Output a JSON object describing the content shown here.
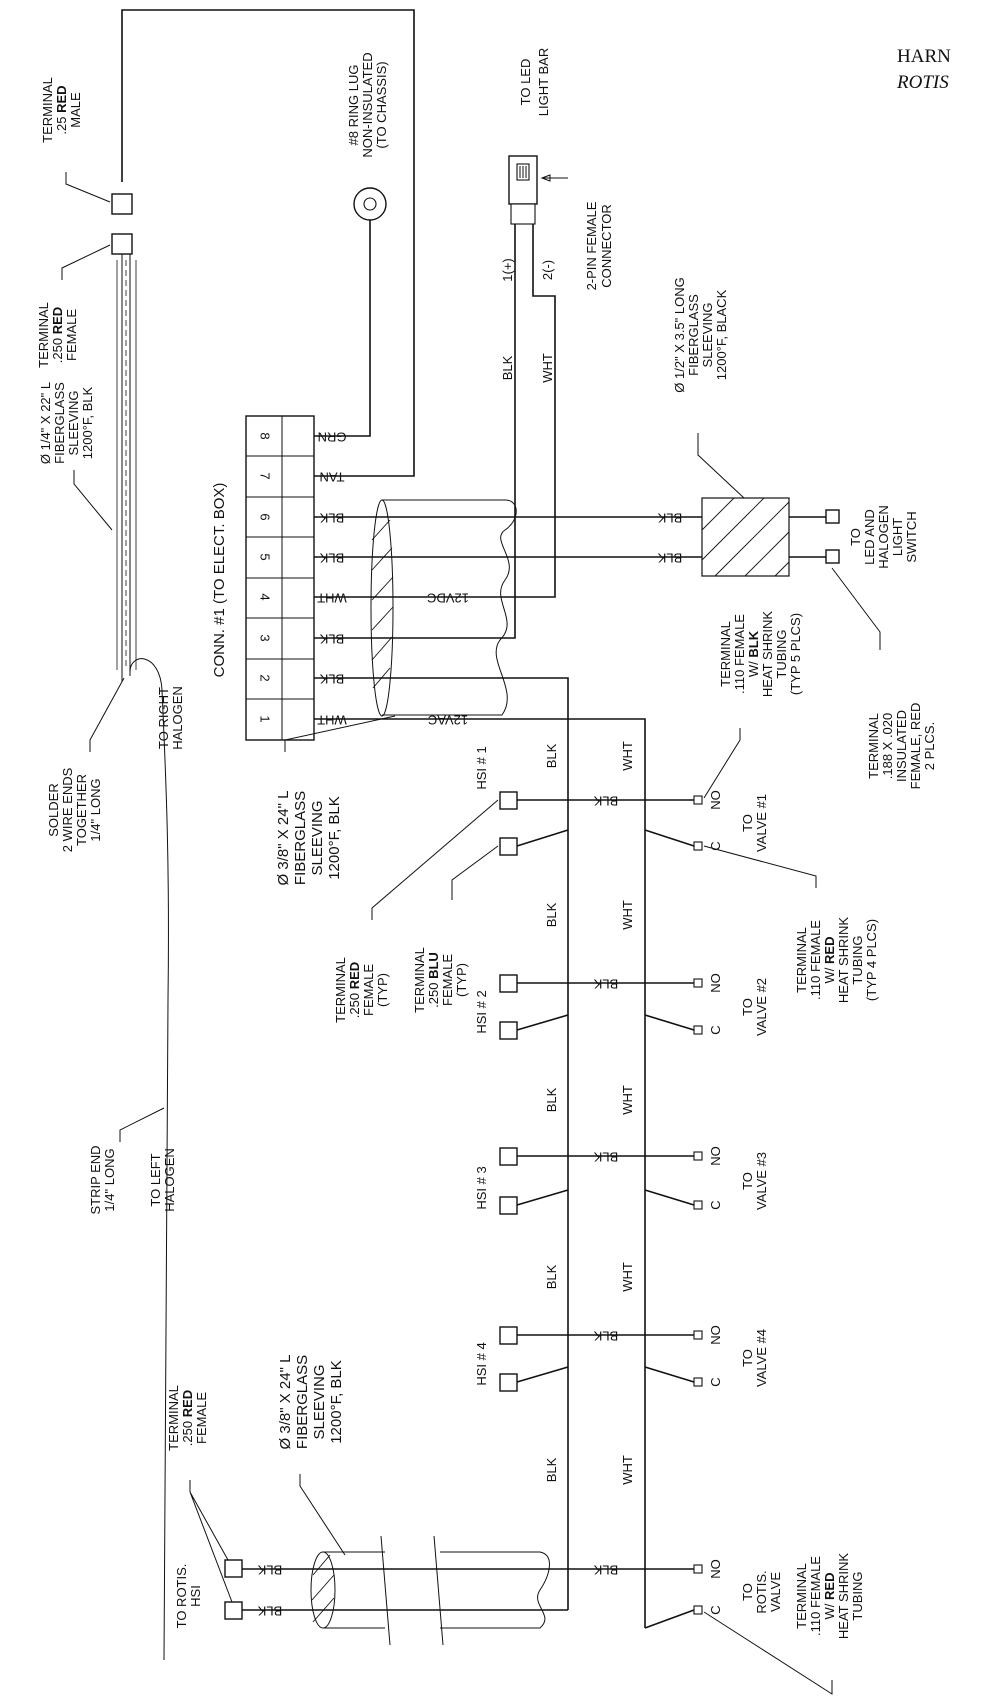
{
  "header": {
    "line1": "HARN",
    "line2": "ROTIS"
  },
  "connector": {
    "title": "CONN. #1 (TO ELECT. BOX)",
    "pins": [
      {
        "num": "8",
        "wire": "GRN"
      },
      {
        "num": "7",
        "wire": "TAN"
      },
      {
        "num": "6",
        "wire": "BLK"
      },
      {
        "num": "5",
        "wire": "BLK"
      },
      {
        "num": "4",
        "wire": "WHT"
      },
      {
        "num": "3",
        "wire": "BLK"
      },
      {
        "num": "2",
        "wire": "BLK"
      },
      {
        "num": "1",
        "wire": "WHT"
      }
    ],
    "v12dc": "12VDC",
    "v12ac": "12VAC"
  },
  "wire_colors": {
    "blk": "BLK",
    "wht": "WHT"
  },
  "led_bar": {
    "title1": "TO LED",
    "title2": "LIGHT BAR",
    "pin1": "1(+)",
    "pin2": "2(-)",
    "conn1": "2-PIN FEMALE",
    "conn2": "CONNECTOR"
  },
  "sleeve_small": [
    "Ø 1/2\" X 3.5\" LONG",
    "FIBERGLASS",
    "SLEEVING",
    "1200°F, BLACK"
  ],
  "switch_label": [
    "TO",
    "LED AND",
    "HALOGEN",
    "LIGHT",
    "SWITCH"
  ],
  "switch_term": [
    "TERMINAL",
    ".188 X .020",
    "INSULATED",
    "FEMALE, RED",
    "2 PLCS."
  ],
  "ring_lug": [
    "#8 RING LUG",
    "NON-INSULATED",
    "(TO CHASSIS)"
  ],
  "term_male": {
    "l1": "TERMINAL",
    "l2a": ".25 ",
    "l2b": "RED",
    "l3": "MALE"
  },
  "term_female_top": {
    "l1": "TERMINAL",
    "l2a": ".250 ",
    "l2b": "RED",
    "l3": "FEMALE"
  },
  "sleeve_22": [
    "Ø 1/4\" X 22\" L",
    "FIBERGLASS",
    "SLEEVING",
    "1200°F, BLK"
  ],
  "solder": [
    "SOLDER",
    "2 WIRE ENDS",
    "TOGETHER",
    "1/4\" LONG"
  ],
  "right_halogen": [
    "TO RIGHT",
    "HALOGEN"
  ],
  "strip": [
    "STRIP END",
    "1/4\" LONG"
  ],
  "left_halogen": [
    "TO LEFT",
    "HALOGEN"
  ],
  "sleeve_main": [
    "Ø 3/8\" X 24\" L",
    "FIBERGLASS",
    "SLEEVING",
    "1200°F, BLK"
  ],
  "sleeve_rotis": [
    "Ø 3/8\" X 24\" L",
    "FIBERGLASS",
    "SLEEVING",
    "1200°F, BLK"
  ],
  "hsi": [
    "HSI # 1",
    "HSI # 2",
    "HSI # 3",
    "HSI # 4"
  ],
  "valve": {
    "to": "TO",
    "names": [
      "VALVE #1",
      "VALVE #2",
      "VALVE #3",
      "VALVE #4"
    ],
    "no": "NO",
    "c": "C"
  },
  "term_red_typ": {
    "l1": "TERMINAL",
    "l2a": ".250 ",
    "l2b": "RED",
    "l3": "FEMALE",
    "l4": "(TYP)"
  },
  "term_blu_typ": {
    "l1": "TERMINAL",
    "l2a": ".250 ",
    "l2b": "BLU",
    "l3": "FEMALE",
    "l4": "(TYP)"
  },
  "term_110_blk": {
    "l1": "TERMINAL",
    "l2": ".110 FEMALE",
    "l3a": "W/ ",
    "l3b": "BLK",
    "l4": "HEAT SHRINK",
    "l5": "TUBING",
    "l6": "(TYP 5 PLCS)"
  },
  "term_110_red4": {
    "l1": "TERMINAL",
    "l2": ".110 FEMALE",
    "l3a": "W/ ",
    "l3b": "RED",
    "l4": "HEAT SHRINK",
    "l5": "TUBING",
    "l6": "(TYP 4 PLCS)"
  },
  "term_110_red": {
    "l1": "TERMINAL",
    "l2": ".110 FEMALE",
    "l3a": "W/ ",
    "l3b": "RED",
    "l4": "HEAT SHRINK",
    "l5": "TUBING"
  },
  "rotis_hsi": [
    "TO ROTIS.",
    "HSI"
  ],
  "term_rotis": {
    "l1": "TERMINAL",
    "l2a": ".250 ",
    "l2b": "RED",
    "l3": "FEMALE"
  },
  "rotis_valve": [
    "TO",
    "ROTIS.",
    "VALVE"
  ]
}
